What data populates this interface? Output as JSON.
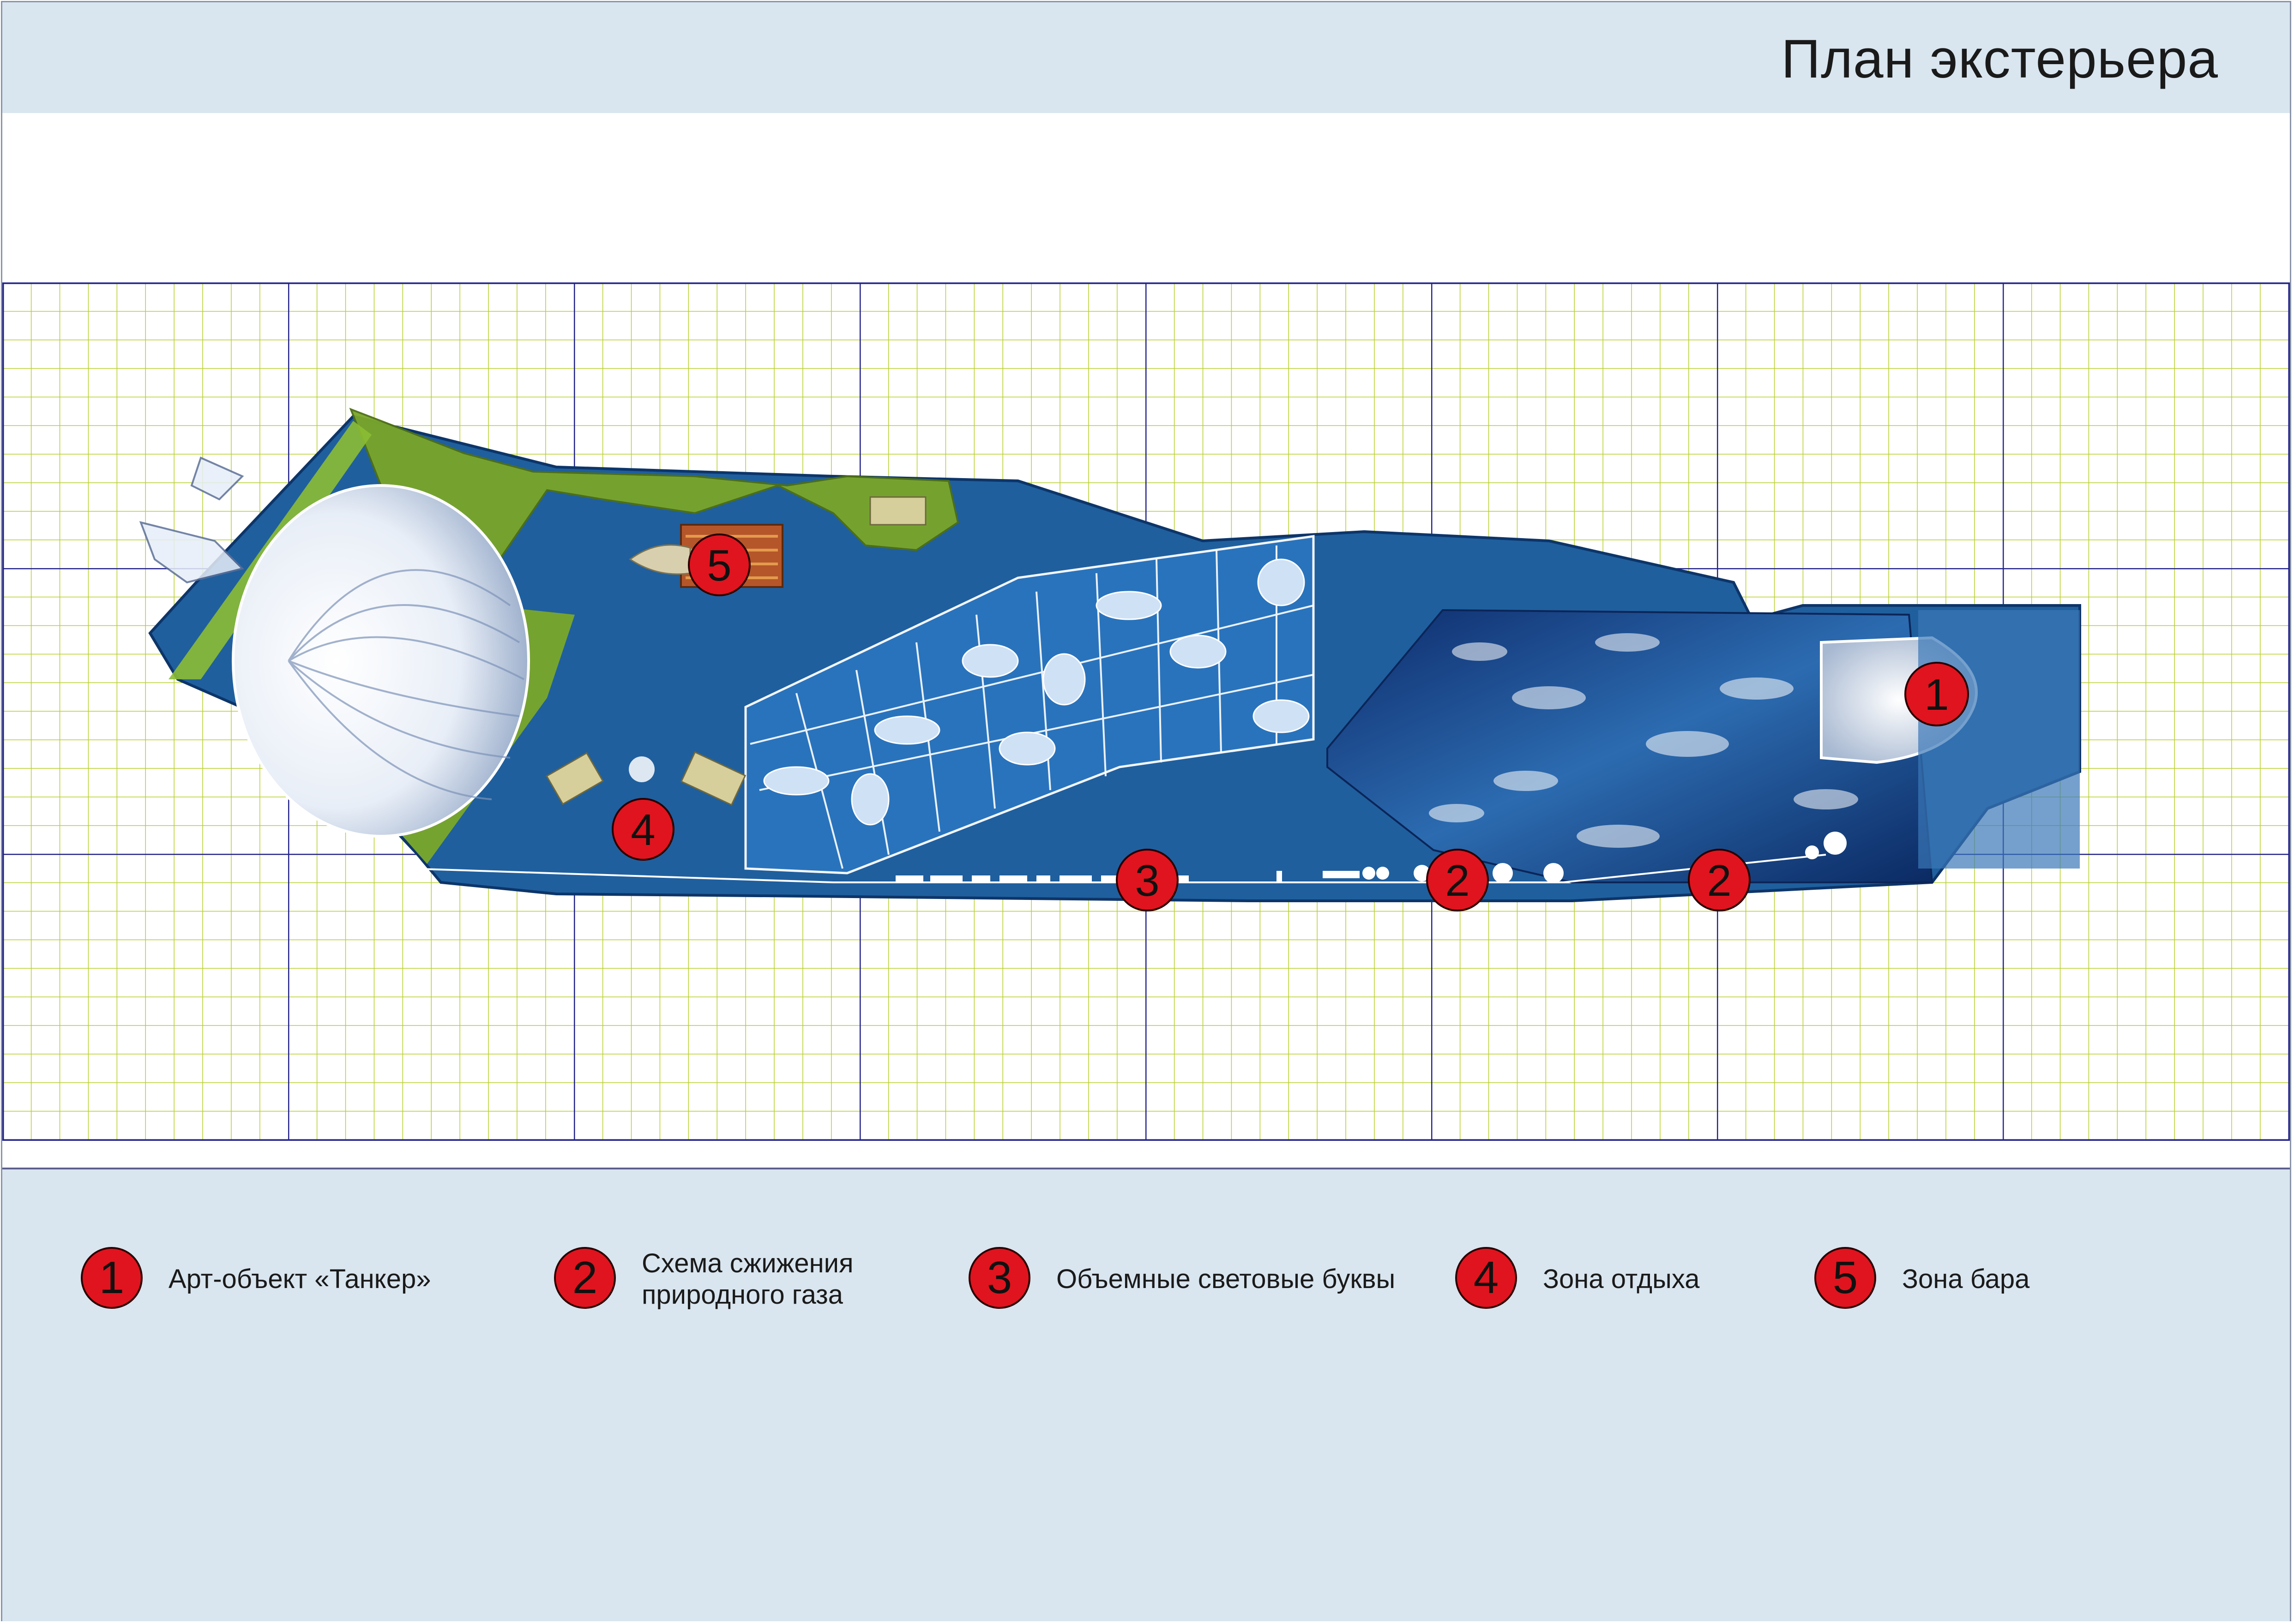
{
  "header": {
    "title": "План экстерьера"
  },
  "plan": {
    "markers": [
      {
        "num": "1"
      },
      {
        "num": "2"
      },
      {
        "num": "2"
      },
      {
        "num": "3"
      },
      {
        "num": "4"
      },
      {
        "num": "5"
      }
    ]
  },
  "legend": [
    {
      "num": "1",
      "lines": [
        "Арт-объект «Танкер»"
      ]
    },
    {
      "num": "2",
      "lines": [
        "Схема сжижения",
        "природного газа"
      ]
    },
    {
      "num": "3",
      "lines": [
        "Объемные световые буквы"
      ]
    },
    {
      "num": "4",
      "lines": [
        "Зона отдыха"
      ]
    },
    {
      "num": "5",
      "lines": [
        "Зона бара"
      ]
    }
  ],
  "colors": {
    "header_bg": "#d9e5ef",
    "grid_minor": "#b8cf2a",
    "grid_major": "#23238a",
    "water": "#1f5f9e",
    "lawn": "#7aa62a",
    "marker": "#e0141e"
  }
}
